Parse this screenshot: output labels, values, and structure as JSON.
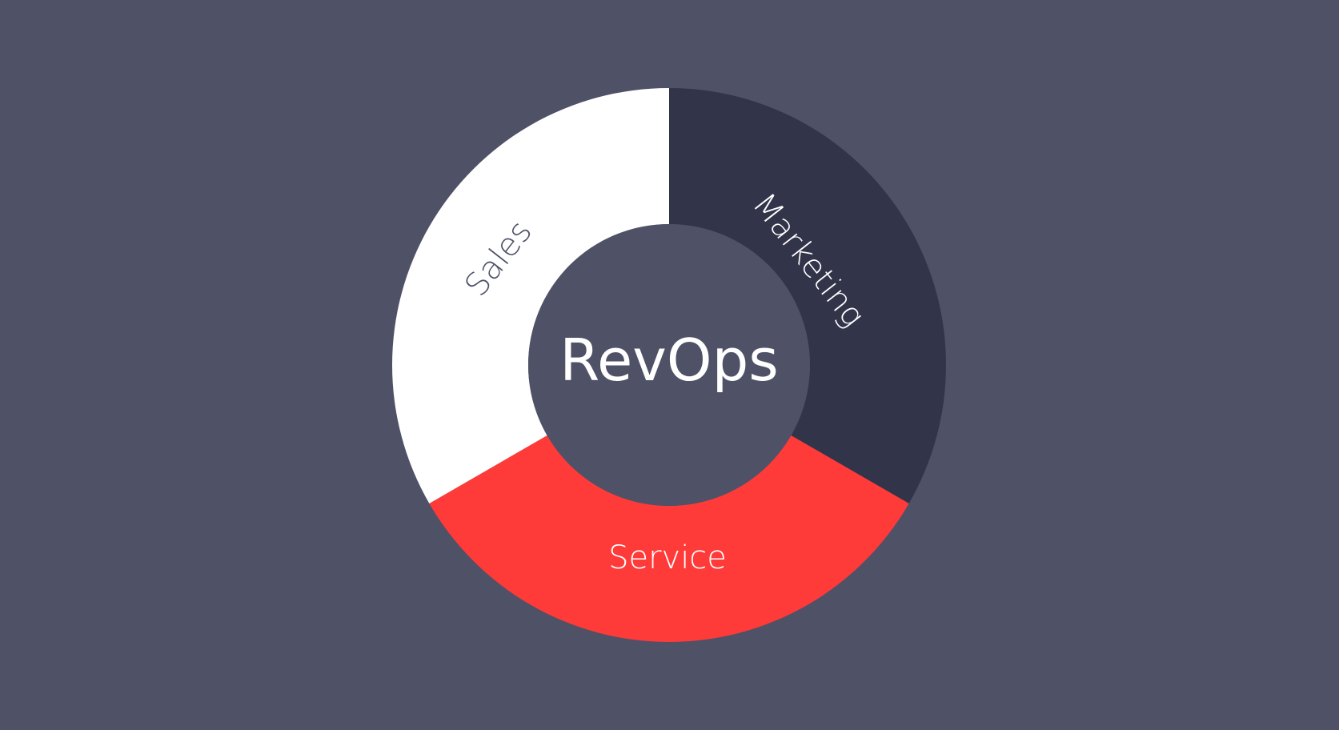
{
  "diagram": {
    "center_label": "RevOps",
    "colors": {
      "background": "#4f5167",
      "center_fill": "#4f5167",
      "center_text": "#ffffff"
    },
    "segments": [
      {
        "key": "marketing",
        "label": "Marketing",
        "fill": "#32344a",
        "label_color": "#ffffff"
      },
      {
        "key": "service",
        "label": "Service",
        "fill": "#ff3b3a",
        "label_color": "#ffffff"
      },
      {
        "key": "sales",
        "label": "Sales",
        "fill": "#ffffff",
        "label_color": "#4f5167"
      }
    ]
  }
}
